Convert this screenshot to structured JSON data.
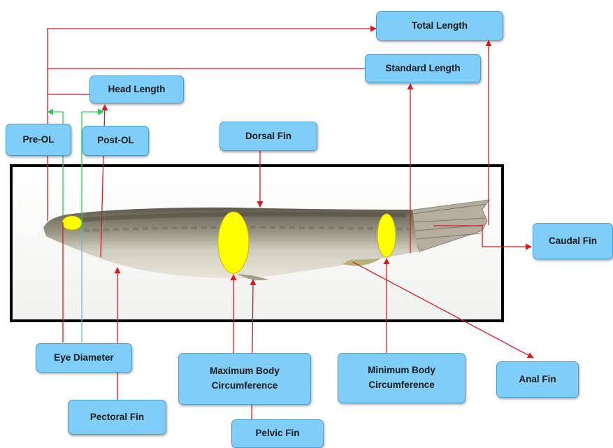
{
  "labels": {
    "total_length": "Total Length",
    "standard_length": "Standard Length",
    "head_length": "Head Length",
    "pre_ol": "Pre-OL",
    "post_ol": "Post-OL",
    "dorsal_fin": "Dorsal Fin",
    "caudal_fin": "Caudal Fin",
    "eye_diameter": "Eye Diameter",
    "max_body_circ_line1": "Maximum Body",
    "max_body_circ_line2": "Circumference",
    "min_body_circ_line1": "Minimum Body",
    "min_body_circ_line2": "Circumference",
    "anal_fin": "Anal Fin",
    "pectoral_fin": "Pectoral Fin",
    "pelvic_fin": "Pelvic Fin"
  },
  "colors": {
    "label_fill": "#7fcdf9",
    "label_border": "#4a9fd4",
    "measure_line_red": "#d9181f",
    "measure_line_green": "#2ecc55",
    "measure_line_blue": "#6cb6e0",
    "circumference_marker": "#ffff00",
    "frame": "#000000"
  }
}
